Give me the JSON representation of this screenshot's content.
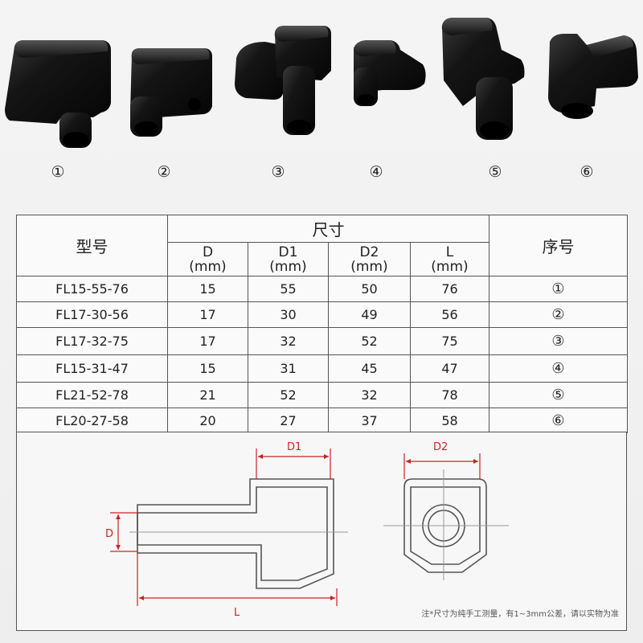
{
  "photo_labels": [
    "①",
    "②",
    "③",
    "④",
    "⑤",
    "⑥"
  ],
  "table": {
    "header_model": "型号",
    "header_size": "尺寸",
    "header_index": "序号",
    "columns": [
      {
        "name": "D",
        "unit": "(mm)"
      },
      {
        "name": "D1",
        "unit": "(mm)"
      },
      {
        "name": "D2",
        "unit": "(mm)"
      },
      {
        "name": "L",
        "unit": "(mm)"
      }
    ],
    "rows": [
      {
        "model": "FL15-55-76",
        "d": "15",
        "d1": "55",
        "d2": "50",
        "l": "76",
        "index": "①"
      },
      {
        "model": "FL17-30-56",
        "d": "17",
        "d1": "30",
        "d2": "49",
        "l": "56",
        "index": "②"
      },
      {
        "model": "FL17-32-75",
        "d": "17",
        "d1": "32",
        "d2": "52",
        "l": "75",
        "index": "③"
      },
      {
        "model": "FL15-31-47",
        "d": "15",
        "d1": "31",
        "d2": "45",
        "l": "47",
        "index": "④"
      },
      {
        "model": "FL21-52-78",
        "d": "21",
        "d1": "52",
        "d2": "32",
        "l": "78",
        "index": "⑤"
      },
      {
        "model": "FL20-27-58",
        "d": "20",
        "d1": "27",
        "d2": "37",
        "l": "58",
        "index": "⑥"
      }
    ]
  },
  "diagram": {
    "label_d1": "D1",
    "label_d2": "D2",
    "label_d": "D",
    "label_l": "L"
  },
  "note": "注*尺寸为纯手工测量，有1~3mm公差，请以实物为准",
  "colors": {
    "dimension": "#cc2222",
    "product": "#111111",
    "outline": "#666666"
  }
}
